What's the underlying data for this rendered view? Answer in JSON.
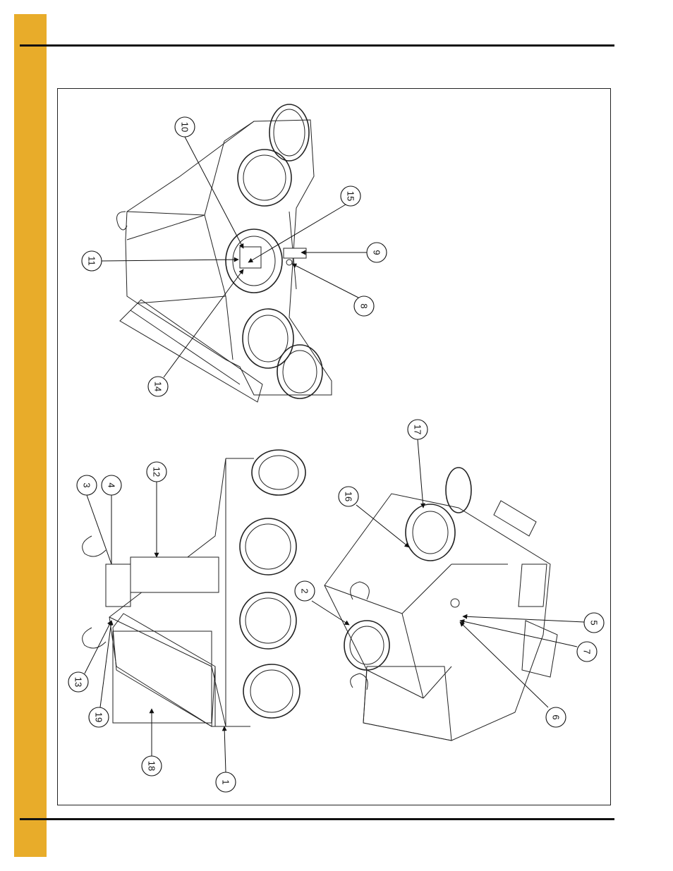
{
  "page": {
    "accent_color": "#e8ac2a",
    "rule_color": "#111111"
  },
  "callouts": [
    {
      "id": "1",
      "label": "1"
    },
    {
      "id": "2",
      "label": "2"
    },
    {
      "id": "3",
      "label": "3"
    },
    {
      "id": "4",
      "label": "4"
    },
    {
      "id": "5",
      "label": "5"
    },
    {
      "id": "6",
      "label": "6"
    },
    {
      "id": "7",
      "label": "7"
    },
    {
      "id": "8",
      "label": "8"
    },
    {
      "id": "9",
      "label": "9"
    },
    {
      "id": "10",
      "label": "10"
    },
    {
      "id": "11",
      "label": "11"
    },
    {
      "id": "12",
      "label": "12"
    },
    {
      "id": "13",
      "label": "13"
    },
    {
      "id": "14",
      "label": "14"
    },
    {
      "id": "15",
      "label": "15"
    },
    {
      "id": "16",
      "label": "16"
    },
    {
      "id": "17",
      "label": "17"
    },
    {
      "id": "18",
      "label": "18"
    },
    {
      "id": "19",
      "label": "19"
    }
  ]
}
